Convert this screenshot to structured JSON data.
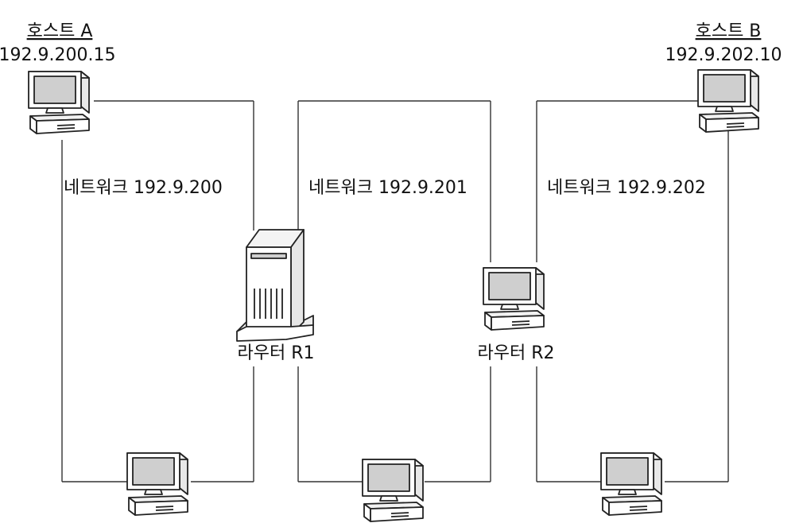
{
  "hosts": {
    "a": {
      "name": "호스트 A",
      "ip": "192.9.200.15"
    },
    "b": {
      "name": "호스트 B",
      "ip": "192.9.202.10"
    }
  },
  "networks": [
    {
      "label": "네트워크 192.9.200"
    },
    {
      "label": "네트워크 192.9.201"
    },
    {
      "label": "네트워크 192.9.202"
    }
  ],
  "routers": [
    {
      "label": "라우터 R1"
    },
    {
      "label": "라우터 R2"
    }
  ],
  "colors": {
    "line": "#333333",
    "device_fill": "#ffffff",
    "screen_fill": "#cfcfcf"
  }
}
